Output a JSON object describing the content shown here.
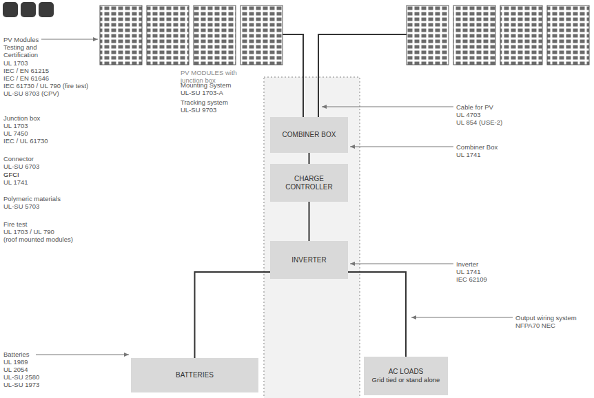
{
  "diagram": {
    "nodes": [
      {
        "text": [
          "COMBINER BOX"
        ]
      },
      {
        "text": [
          "CHARGE CONTROLLER"
        ]
      },
      {
        "text": [
          "INVERTER"
        ]
      },
      {
        "text": [
          "BATTERIES"
        ]
      },
      {
        "text": [
          "AC LOADS",
          "Grid tied or stand alone"
        ]
      }
    ],
    "edges": [
      {
        "from": 0,
        "to": 1,
        "arrow": "none"
      },
      {
        "from": 1,
        "to": 2,
        "arrow": "none"
      },
      {
        "from": 2,
        "to": 3,
        "arrow": "none"
      },
      {
        "from": 2,
        "to": 4,
        "arrow": "none"
      }
    ],
    "labels": [
      "PV MODULES with junction box",
      "Mounting System",
      "UL-SU 1703-A",
      "Tracking system",
      "UL-SU 9703",
      "PV Modules Testing and Certification",
      "UL 1703",
      "IEC / EN 61215",
      "IEC / EN 61646",
      "IEC 61730 / UL 790 (fire test)",
      "UL-SU 8703 (CPV)",
      "Junction box",
      "UL 1703",
      "UL 7450",
      "IEC / UL 61730",
      "Connector",
      "UL-SU 6703",
      "GFCI",
      "UL 1741",
      "Polymeric materials",
      "UL-SU 5703",
      "Fire test",
      "UL 1703 / UL 790",
      "(roof mounted modules)",
      "Batteries",
      "UL 1989",
      "UL 2054",
      "UL-SU 2580",
      "UL-SU 1973",
      "Cable for PV",
      "UL 4703",
      "UL 854 (USE-2)",
      "Combiner Box",
      "UL 1741",
      "Inverter",
      "UL 1741",
      "IEC 62109",
      "Output wiring system",
      "NFPA70 NEC"
    ]
  }
}
